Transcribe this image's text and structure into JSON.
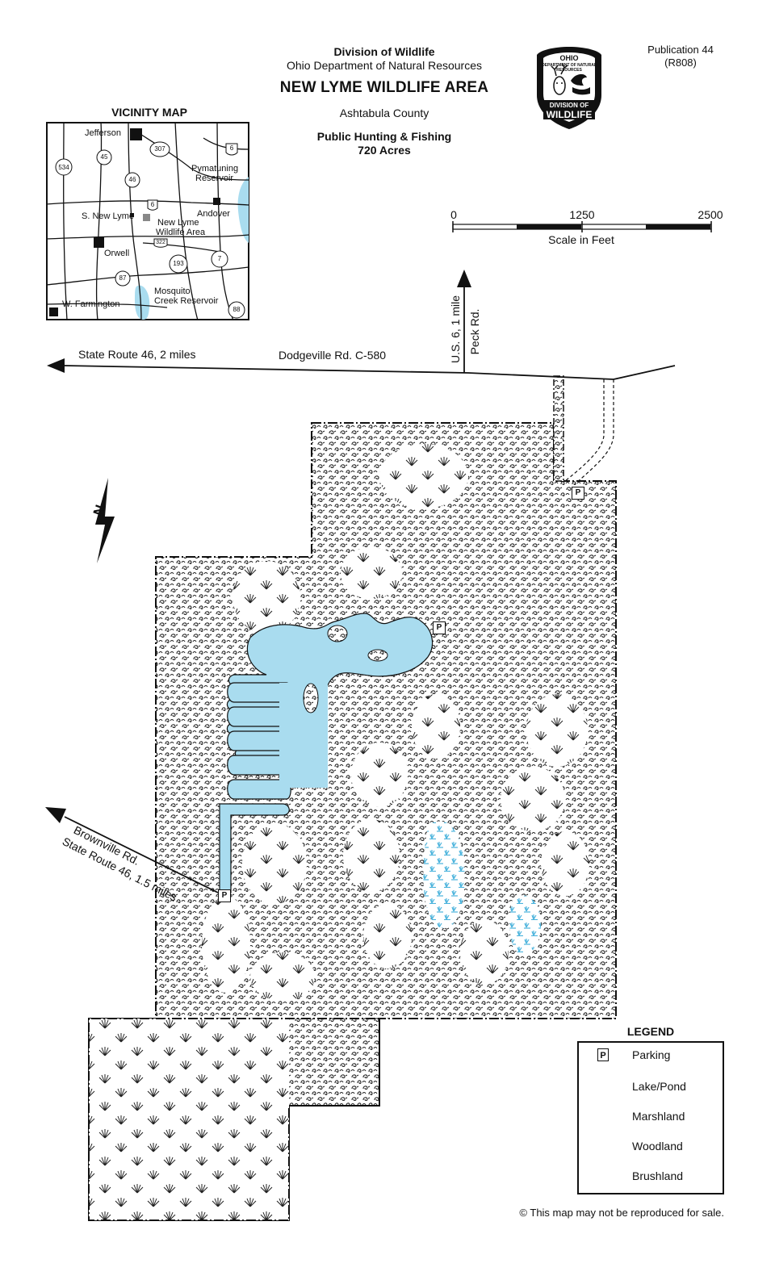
{
  "header": {
    "organization": "Division of Wildlife",
    "department": "Ohio Department of Natural Resources",
    "title": "NEW LYME WILDLIFE AREA",
    "county": "Ashtabula County",
    "subtitle": "Public Hunting & Fishing",
    "acreage": "720 Acres",
    "publication": "Publication 44",
    "revision": "(R808)"
  },
  "badge": {
    "top": "OHIO",
    "ring": "DEPARTMENT OF NATURAL RESOURCES",
    "bottom1": "DIVISION OF",
    "bottom2": "WILDLIFE"
  },
  "vicinity": {
    "title": "VICINITY MAP",
    "labels": {
      "jefferson": "Jefferson",
      "pymatuning": "Pymatuning",
      "reservoir": "Reservoir",
      "andover": "Andover",
      "s_new_lyme": "S. New Lyme",
      "new_lyme": "New Lyme",
      "wildlife_area": "Wildlife Area",
      "orwell": "Orwell",
      "mosquito": "Mosquito",
      "creek_reservoir": "Creek Reservoir",
      "w_farmington": "W. Farmington"
    },
    "routes": {
      "r534": "534",
      "r45": "45",
      "r46": "46",
      "r307": "307",
      "r6a": "6",
      "r6b": "6",
      "r322": "322",
      "r193": "193",
      "r7": "7",
      "r87": "87",
      "r88": "88"
    }
  },
  "scale": {
    "ticks": [
      "0",
      "1250",
      "2500"
    ],
    "label": "Scale in Feet"
  },
  "roads": {
    "sr46_2mi": "State Route 46, 2 miles",
    "dodgeville": "Dodgeville Rd. C-580",
    "us6": "U.S. 6, 1 mile",
    "peck": "Peck Rd.",
    "brownville": "Brownville Rd.",
    "sr46_15mi": "State Route 46, 1.5 miles"
  },
  "north": "N",
  "parking_symbol": "P",
  "legend": {
    "title": "LEGEND",
    "items": [
      {
        "key": "parking",
        "label": "Parking"
      },
      {
        "key": "lake",
        "label": "Lake/Pond"
      },
      {
        "key": "marsh",
        "label": "Marshland"
      },
      {
        "key": "wood",
        "label": "Woodland"
      },
      {
        "key": "brush",
        "label": "Brushland"
      }
    ]
  },
  "copyright": "© This map may not be reproduced for sale.",
  "colors": {
    "lake": "#a9dcef",
    "marsh": "#4ab3dc",
    "ink": "#111111"
  }
}
